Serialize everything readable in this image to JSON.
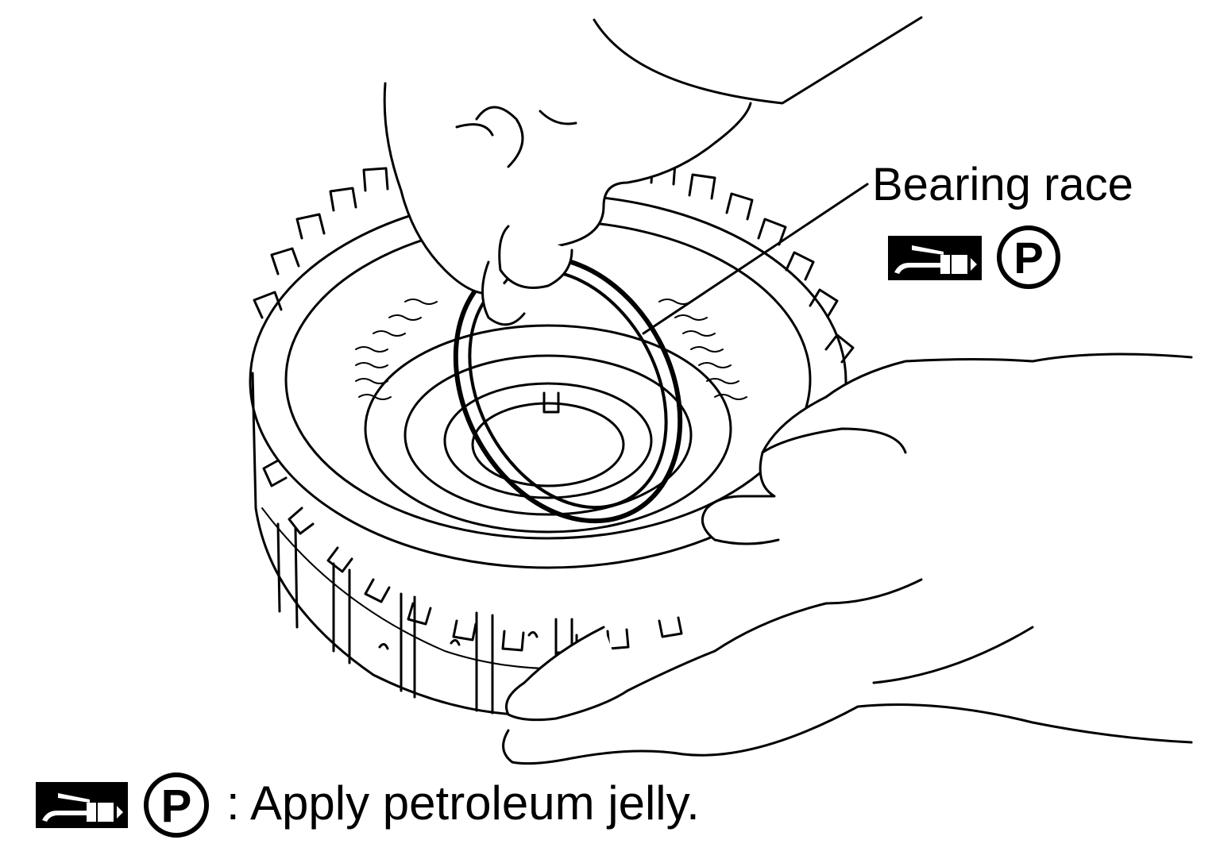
{
  "callout": {
    "label": "Bearing race",
    "symbol_letter": "P",
    "icon": "grease-gun-icon"
  },
  "legend": {
    "symbol_letter": "P",
    "icon": "grease-gun-icon",
    "text": ": Apply petroleum jelly."
  },
  "colors": {
    "ink": "#000000",
    "paper": "#ffffff"
  }
}
